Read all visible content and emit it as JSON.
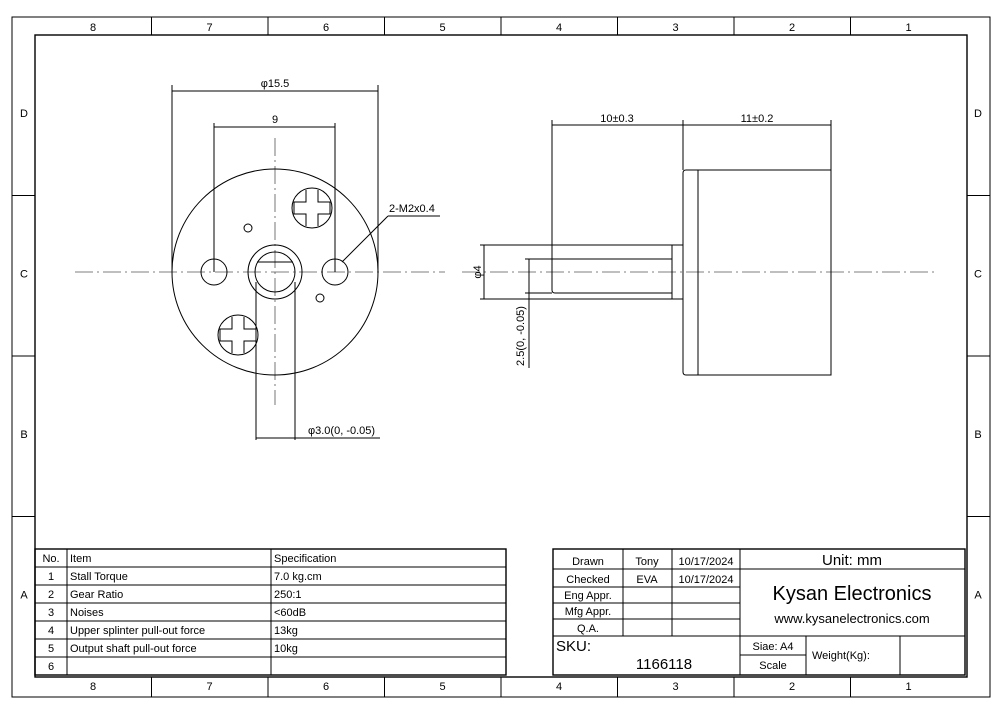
{
  "frame": {
    "columns": [
      "8",
      "7",
      "6",
      "5",
      "4",
      "3",
      "2",
      "1"
    ],
    "rows": [
      "D",
      "C",
      "B",
      "A"
    ]
  },
  "dimensions": {
    "outer_diameter": "φ15.5",
    "hole_spacing": "9",
    "thread": "2-M2x0.4",
    "shaft_diameter": "φ3.0(0, -0.05)",
    "shaft_length": "10±0.3",
    "body_length": "11±0.2",
    "collar_diameter": "φ4",
    "flat": "2.5(0, -0.05)"
  },
  "spec_table": {
    "headers": [
      "No.",
      "Item",
      "Specification"
    ],
    "rows": [
      [
        "1",
        "Stall Torque",
        "7.0 kg.cm"
      ],
      [
        "2",
        "Gear Ratio",
        "250:1"
      ],
      [
        "3",
        "Noises",
        "<60dB"
      ],
      [
        "4",
        "Upper splinter pull-out force",
        "13kg"
      ],
      [
        "5",
        "Output shaft pull-out force",
        "10kg"
      ],
      [
        "6",
        "",
        ""
      ]
    ]
  },
  "title_block": {
    "approvals": [
      [
        "Drawn",
        "Tony",
        "10/17/2024"
      ],
      [
        "Checked",
        "EVA",
        "10/17/2024"
      ],
      [
        "Eng Appr.",
        "",
        ""
      ],
      [
        "Mfg Appr.",
        "",
        ""
      ],
      [
        "Q.A.",
        "",
        ""
      ]
    ],
    "unit": "Unit: mm",
    "company": "Kysan Electronics",
    "website": "www.kysanelectronics.com",
    "sku_label": "SKU:",
    "sku": "1166118",
    "size": "Siae: A4",
    "scale": "Scale",
    "weight": "Weight(Kg):"
  }
}
